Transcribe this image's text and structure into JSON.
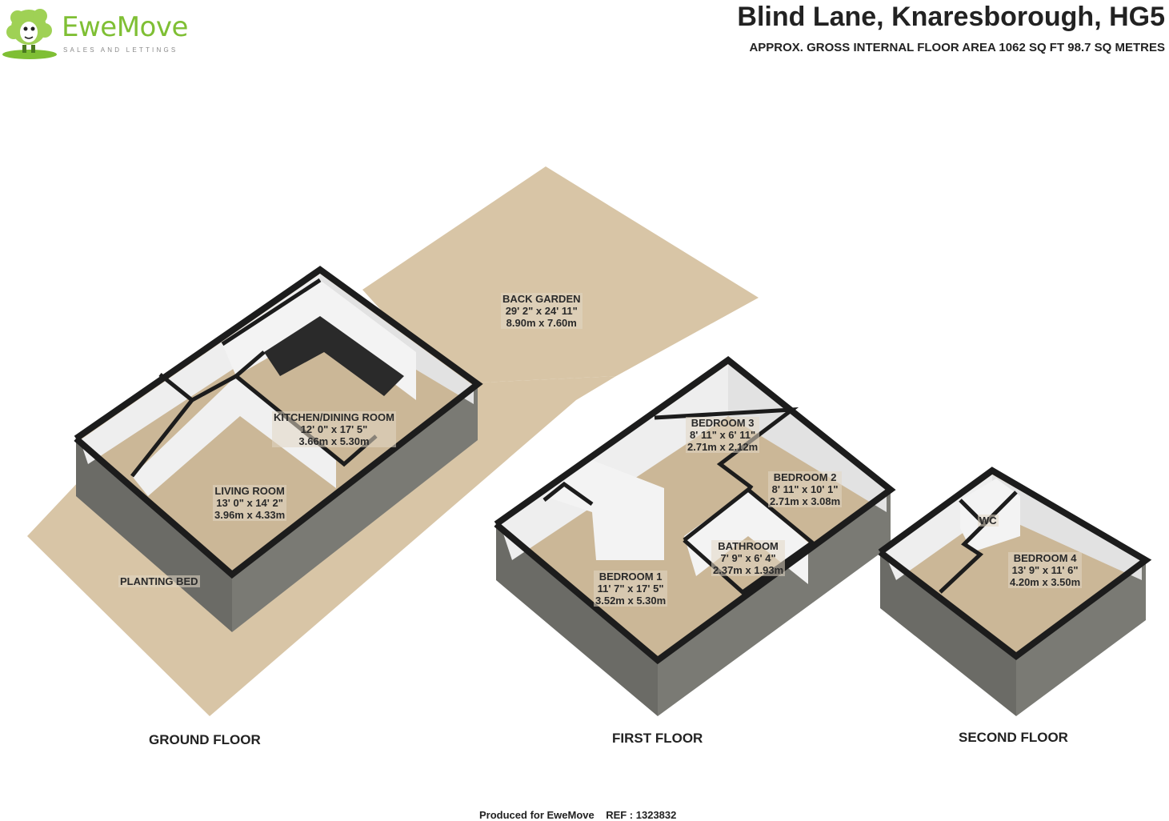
{
  "header": {
    "brand": "EweMove",
    "tagline": "SALES AND LETTINGS",
    "title": "Blind Lane, Knaresborough, HG5",
    "subtitle": "APPROX. GROSS INTERNAL FLOOR AREA 1062 SQ FT 98.7 SQ METRES"
  },
  "rooms": {
    "back_garden": {
      "name": "BACK GARDEN",
      "imperial": "29' 2\" x 24' 11\"",
      "metric": "8.90m x 7.60m"
    },
    "kitchen": {
      "name": "KITCHEN/DINING ROOM",
      "imperial": "12' 0\" x 17' 5\"",
      "metric": "3.66m x 5.30m"
    },
    "living": {
      "name": "LIVING ROOM",
      "imperial": "13' 0\" x 14' 2\"",
      "metric": "3.96m x 4.33m"
    },
    "planting_bed": {
      "name": "PLANTING BED"
    },
    "bedroom3": {
      "name": "BEDROOM 3",
      "imperial": "8' 11\" x 6' 11\"",
      "metric": "2.71m x 2.12m"
    },
    "bedroom2": {
      "name": "BEDROOM 2",
      "imperial": "8' 11\" x 10' 1\"",
      "metric": "2.71m x 3.08m"
    },
    "bathroom": {
      "name": "BATHROOM",
      "imperial": "7' 9\" x 6' 4\"",
      "metric": "2.37m x 1.93m"
    },
    "bedroom1": {
      "name": "BEDROOM 1",
      "imperial": "11' 7\" x 17' 5\"",
      "metric": "3.52m x 5.30m"
    },
    "wc": {
      "name": "WC"
    },
    "bedroom4": {
      "name": "BEDROOM 4",
      "imperial": "13' 9\" x 11' 6\"",
      "metric": "4.20m x 3.50m"
    }
  },
  "floors": {
    "ground": "GROUND FLOOR",
    "first": "FIRST FLOOR",
    "second": "SECOND FLOOR"
  },
  "footer": "Produced for EweMove    REF : 1323832",
  "colors": {
    "garden": "#d8c5a6",
    "floor": "#cbb797",
    "wall_top": "#1c1c1c",
    "wall_interior": "#f2f2f2",
    "brick": "#6b6b66",
    "brand_green": "#7fbf34"
  }
}
